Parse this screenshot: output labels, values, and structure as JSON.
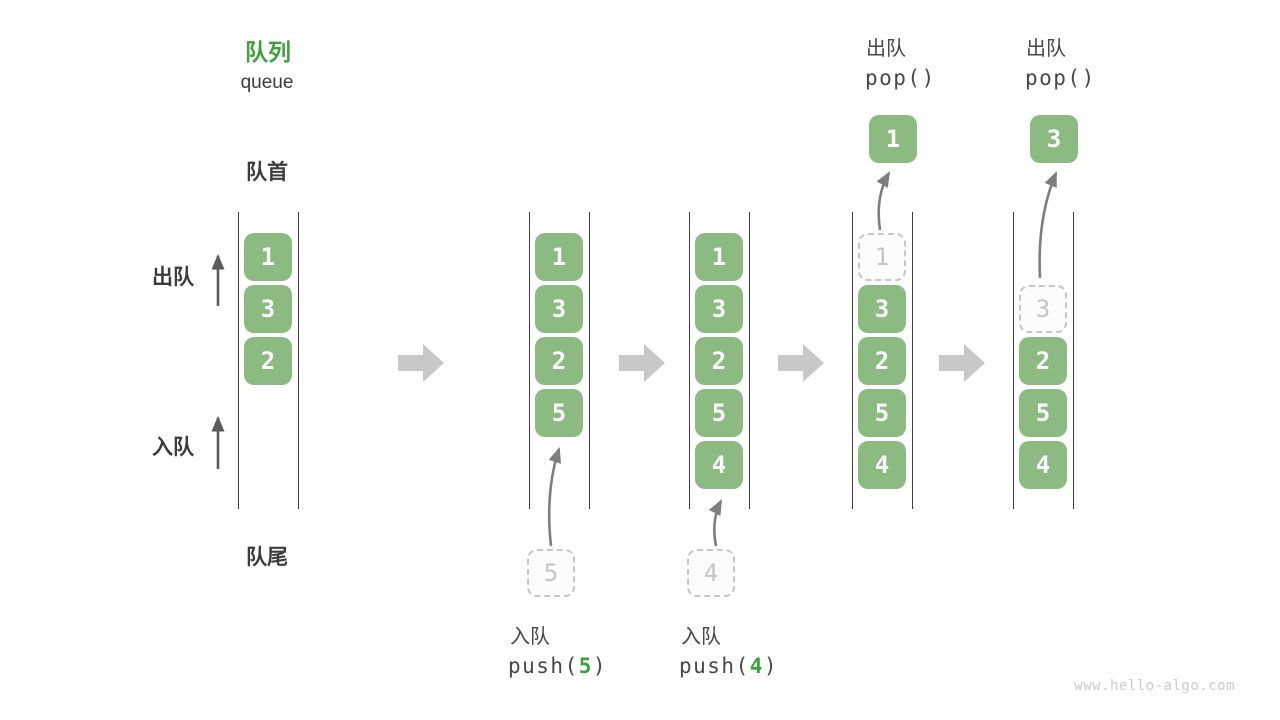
{
  "title": {
    "zh": "队列",
    "en": "queue"
  },
  "labels": {
    "front": "队首",
    "rear": "队尾",
    "dequeue_side": "出队",
    "enqueue_side": "入队"
  },
  "operations": {
    "enqueue": [
      {
        "label": "入队",
        "fn_open": "push(",
        "arg": "5",
        "fn_close": ")"
      },
      {
        "label": "入队",
        "fn_open": "push(",
        "arg": "4",
        "fn_close": ")"
      }
    ],
    "dequeue": [
      {
        "label": "出队",
        "code": "pop()"
      },
      {
        "label": "出队",
        "code": "pop()"
      }
    ]
  },
  "watermark": "www.hello-algo.com",
  "colors": {
    "box_green": "#8CBB82",
    "accent_green": "#3CA23C",
    "dark_text": "#3C3C3C",
    "muted_gray": "#C6C6C6"
  },
  "diagram": {
    "columns": [
      {
        "name": "state-initial",
        "slots": [
          {
            "row": 0,
            "value": "1",
            "style": "solid"
          },
          {
            "row": 1,
            "value": "3",
            "style": "solid"
          },
          {
            "row": 2,
            "value": "2",
            "style": "solid"
          }
        ]
      },
      {
        "name": "state-after-push-5",
        "slots": [
          {
            "row": 0,
            "value": "1",
            "style": "solid"
          },
          {
            "row": 1,
            "value": "3",
            "style": "solid"
          },
          {
            "row": 2,
            "value": "2",
            "style": "solid"
          },
          {
            "row": 3,
            "value": "5",
            "style": "solid"
          }
        ],
        "staged_below": {
          "value": "5"
        }
      },
      {
        "name": "state-after-push-4",
        "slots": [
          {
            "row": 0,
            "value": "1",
            "style": "solid"
          },
          {
            "row": 1,
            "value": "3",
            "style": "solid"
          },
          {
            "row": 2,
            "value": "2",
            "style": "solid"
          },
          {
            "row": 3,
            "value": "5",
            "style": "solid"
          },
          {
            "row": 4,
            "value": "4",
            "style": "solid"
          }
        ],
        "staged_below": {
          "value": "4"
        }
      },
      {
        "name": "state-after-pop-1",
        "slots": [
          {
            "row": 0,
            "value": "1",
            "style": "dashed"
          },
          {
            "row": 1,
            "value": "3",
            "style": "solid"
          },
          {
            "row": 2,
            "value": "2",
            "style": "solid"
          },
          {
            "row": 3,
            "value": "5",
            "style": "solid"
          },
          {
            "row": 4,
            "value": "4",
            "style": "solid"
          }
        ],
        "popped_above": {
          "value": "1"
        }
      },
      {
        "name": "state-after-pop-3",
        "slots": [
          {
            "row": 1,
            "value": "3",
            "style": "dashed"
          },
          {
            "row": 2,
            "value": "2",
            "style": "solid"
          },
          {
            "row": 3,
            "value": "5",
            "style": "solid"
          },
          {
            "row": 4,
            "value": "4",
            "style": "solid"
          }
        ],
        "popped_above": {
          "value": "3"
        }
      }
    ]
  }
}
